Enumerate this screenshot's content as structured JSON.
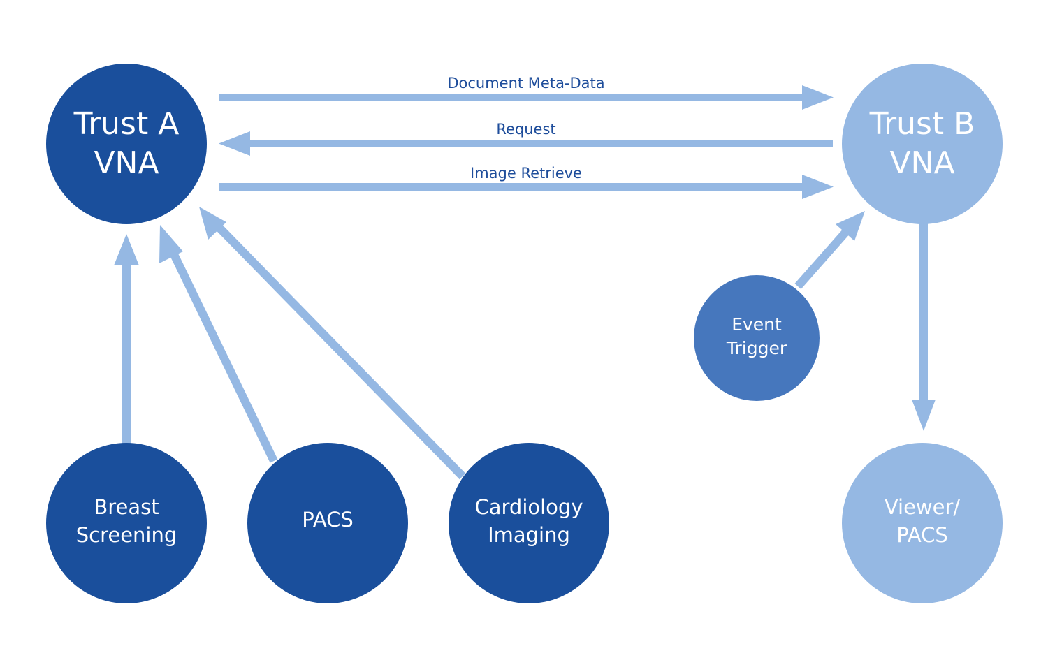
{
  "colors": {
    "dark_node": "#1a4f9c",
    "light_node": "#95b8e3",
    "mid_node": "#4677bd",
    "arrow": "#95b8e3",
    "edge_text": "#1e4d9b"
  },
  "nodes": {
    "trust_a": {
      "line1": "Trust A",
      "line2": "VNA"
    },
    "trust_b": {
      "line1": "Trust B",
      "line2": "VNA"
    },
    "breast_screening": {
      "line1": "Breast",
      "line2": "Screening"
    },
    "pacs": {
      "line1": "PACS"
    },
    "cardiology_imaging": {
      "line1": "Cardiology",
      "line2": "Imaging"
    },
    "event_trigger": {
      "line1": "Event",
      "line2": "Trigger"
    },
    "viewer_pacs": {
      "line1": "Viewer/",
      "line2": "PACS"
    }
  },
  "edges": {
    "document_metadata": "Document Meta-Data",
    "request": "Request",
    "image_retrieve": "Image Retrieve"
  }
}
